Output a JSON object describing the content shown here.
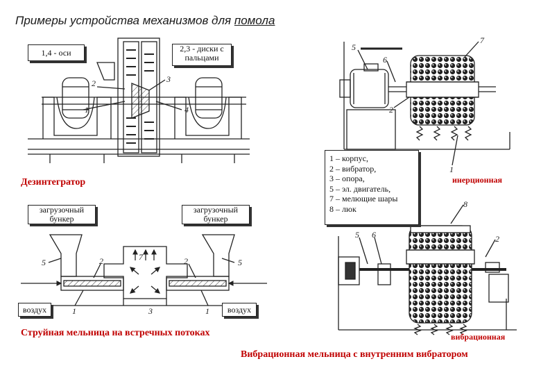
{
  "title_prefix": "Примеры устройства механизмов для ",
  "title_underlined": "помола",
  "disintegrator": {
    "label_axes": "1,4 - оси",
    "label_disks": "2,3 - диски с пальцами",
    "caption": "Дезинтегратор",
    "part_numbers": [
      "1",
      "2",
      "3",
      "4"
    ]
  },
  "jet_mill": {
    "hopper_left": "загрузочный бункер",
    "hopper_right": "загрузочный бункер",
    "air_left": "воздух",
    "air_right": "воздух",
    "caption": "Струйная мельница на встречных потоках",
    "part_numbers": [
      "5",
      "2",
      "7",
      "2",
      "5",
      "1",
      "3",
      "1"
    ]
  },
  "vibration_mill": {
    "legend": [
      "1 – корпус,",
      "2 – вибратор,",
      "3 – опора,",
      "5 – эл. двигатель,",
      "7 – мелющие шары",
      "8 – люк"
    ],
    "label_inertial": "инерционная",
    "label_vibrational": "вибрационная",
    "caption": "Вибрационная мельница с внутренним вибратором",
    "part_numbers_top": [
      "5",
      "6",
      "7",
      "2",
      "1"
    ],
    "part_numbers_bottom": [
      "8",
      "5",
      "6",
      "2"
    ]
  }
}
